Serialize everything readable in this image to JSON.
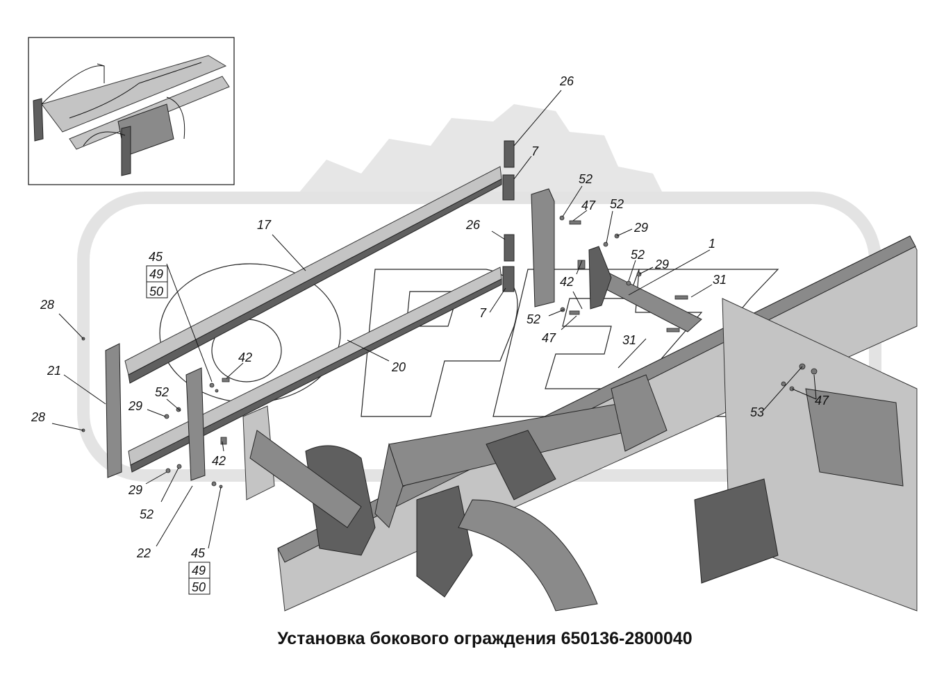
{
  "caption": "Установка бокового ограждения 650136-2800040",
  "watermark": "OPEZ",
  "callouts": {
    "c26a": "26",
    "c7a": "7",
    "c52a": "52",
    "c47a": "47",
    "c52b": "52",
    "c29a": "29",
    "c1": "1",
    "c52c": "52",
    "c29b": "29",
    "c31a": "31",
    "c42a": "42",
    "c52d": "52",
    "c47b": "47",
    "c31b": "31",
    "c26b": "26",
    "c7b": "7",
    "c17": "17",
    "c45a": "45",
    "c49a": "49",
    "c50a": "50",
    "c28a": "28",
    "c21": "21",
    "c42b": "42",
    "c20": "20",
    "c52e": "52",
    "c29c": "29",
    "c28b": "28",
    "c42c": "42",
    "c29d": "29",
    "c52f": "52",
    "c22": "22",
    "c45b": "45",
    "c49b": "49",
    "c50b": "50",
    "c53": "53",
    "c47c": "47"
  },
  "colors": {
    "line": "#111111",
    "part": "#8a8a8a",
    "watermark": "#e6e6e6"
  }
}
